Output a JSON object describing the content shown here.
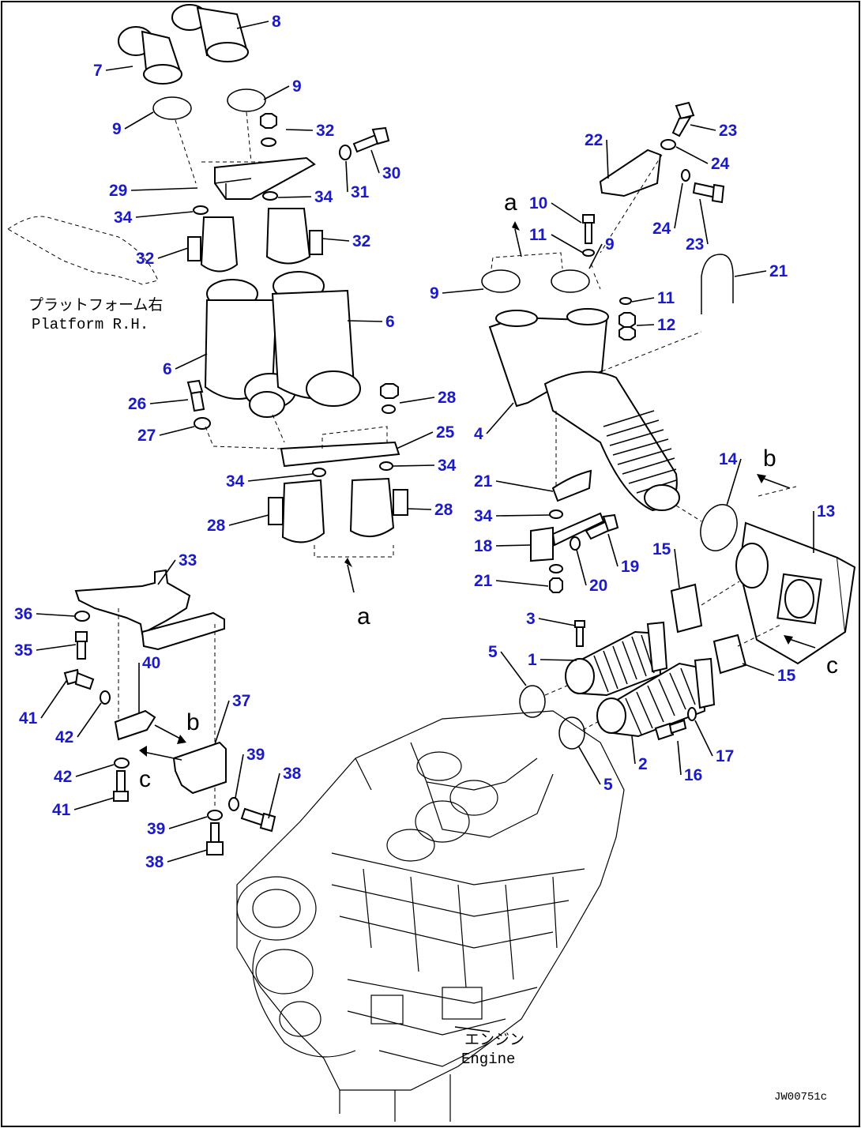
{
  "diagram": {
    "callouts": [
      {
        "id": "c7",
        "label": "7"
      },
      {
        "id": "c8",
        "label": "8"
      },
      {
        "id": "c9a",
        "label": "9"
      },
      {
        "id": "c9b",
        "label": "9"
      },
      {
        "id": "c32a",
        "label": "32"
      },
      {
        "id": "c30",
        "label": "30"
      },
      {
        "id": "c29",
        "label": "29"
      },
      {
        "id": "c31",
        "label": "31"
      },
      {
        "id": "c34a",
        "label": "34"
      },
      {
        "id": "c34b",
        "label": "34"
      },
      {
        "id": "c32b",
        "label": "32"
      },
      {
        "id": "c32c",
        "label": "32"
      },
      {
        "id": "c6a",
        "label": "6"
      },
      {
        "id": "c6b",
        "label": "6"
      },
      {
        "id": "c26",
        "label": "26"
      },
      {
        "id": "c27",
        "label": "27"
      },
      {
        "id": "c28a",
        "label": "28"
      },
      {
        "id": "c25",
        "label": "25"
      },
      {
        "id": "c34c",
        "label": "34"
      },
      {
        "id": "c34d",
        "label": "34"
      },
      {
        "id": "c28b",
        "label": "28"
      },
      {
        "id": "c28c",
        "label": "28"
      },
      {
        "id": "c23a",
        "label": "23"
      },
      {
        "id": "c22",
        "label": "22"
      },
      {
        "id": "c24a",
        "label": "24"
      },
      {
        "id": "c24b",
        "label": "24"
      },
      {
        "id": "c23b",
        "label": "23"
      },
      {
        "id": "c10",
        "label": "10"
      },
      {
        "id": "c11a",
        "label": "11"
      },
      {
        "id": "c9c",
        "label": "9"
      },
      {
        "id": "c9d",
        "label": "9"
      },
      {
        "id": "c21a",
        "label": "21"
      },
      {
        "id": "c11b",
        "label": "11"
      },
      {
        "id": "c12",
        "label": "12"
      },
      {
        "id": "c4",
        "label": "4"
      },
      {
        "id": "c21b",
        "label": "21"
      },
      {
        "id": "c34e",
        "label": "34"
      },
      {
        "id": "c18",
        "label": "18"
      },
      {
        "id": "c19",
        "label": "19"
      },
      {
        "id": "c20",
        "label": "20"
      },
      {
        "id": "c21c",
        "label": "21"
      },
      {
        "id": "c14",
        "label": "14"
      },
      {
        "id": "c13",
        "label": "13"
      },
      {
        "id": "c15a",
        "label": "15"
      },
      {
        "id": "c15b",
        "label": "15"
      },
      {
        "id": "c3",
        "label": "3"
      },
      {
        "id": "c5a",
        "label": "5"
      },
      {
        "id": "c1",
        "label": "1"
      },
      {
        "id": "c5b",
        "label": "5"
      },
      {
        "id": "c2",
        "label": "2"
      },
      {
        "id": "c16",
        "label": "16"
      },
      {
        "id": "c17",
        "label": "17"
      },
      {
        "id": "c33",
        "label": "33"
      },
      {
        "id": "c36",
        "label": "36"
      },
      {
        "id": "c35",
        "label": "35"
      },
      {
        "id": "c40",
        "label": "40"
      },
      {
        "id": "c41a",
        "label": "41"
      },
      {
        "id": "c42a",
        "label": "42"
      },
      {
        "id": "c37",
        "label": "37"
      },
      {
        "id": "c42b",
        "label": "42"
      },
      {
        "id": "c41b",
        "label": "41"
      },
      {
        "id": "c39a",
        "label": "39"
      },
      {
        "id": "c38a",
        "label": "38"
      },
      {
        "id": "c39b",
        "label": "39"
      },
      {
        "id": "c38b",
        "label": "38"
      }
    ],
    "view_letters": {
      "a_top": "a",
      "a_bottom": "a",
      "b_right": "b",
      "b_left": "b",
      "c_right": "c",
      "c_left": "c"
    },
    "captions": {
      "platform_jp": "プラットフォーム右",
      "platform_en": "Platform R.H.",
      "engine_jp": "エンジン",
      "engine_en": "Engine"
    },
    "figure_code": "JW00751c"
  }
}
